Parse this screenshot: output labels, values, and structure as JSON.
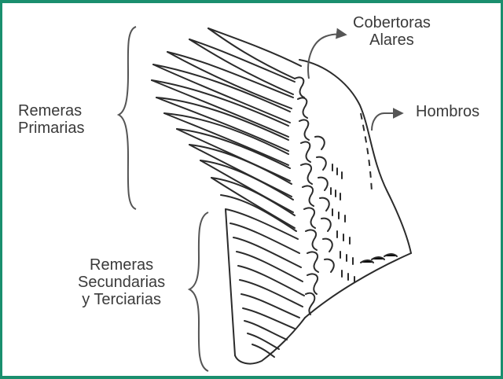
{
  "labels": {
    "remeras_primarias": [
      "Remeras",
      "Primarias"
    ],
    "remeras_secundarias": [
      "Remeras",
      "Secundarias",
      "y Terciarias"
    ],
    "cobertoras_alares": [
      "Cobertoras",
      "Alares"
    ],
    "hombros": "Hombros"
  },
  "colors": {
    "frame": "#1a8f6e",
    "line": "#2b2b2b",
    "arrow": "#555555",
    "text": "#3a3a3a"
  }
}
